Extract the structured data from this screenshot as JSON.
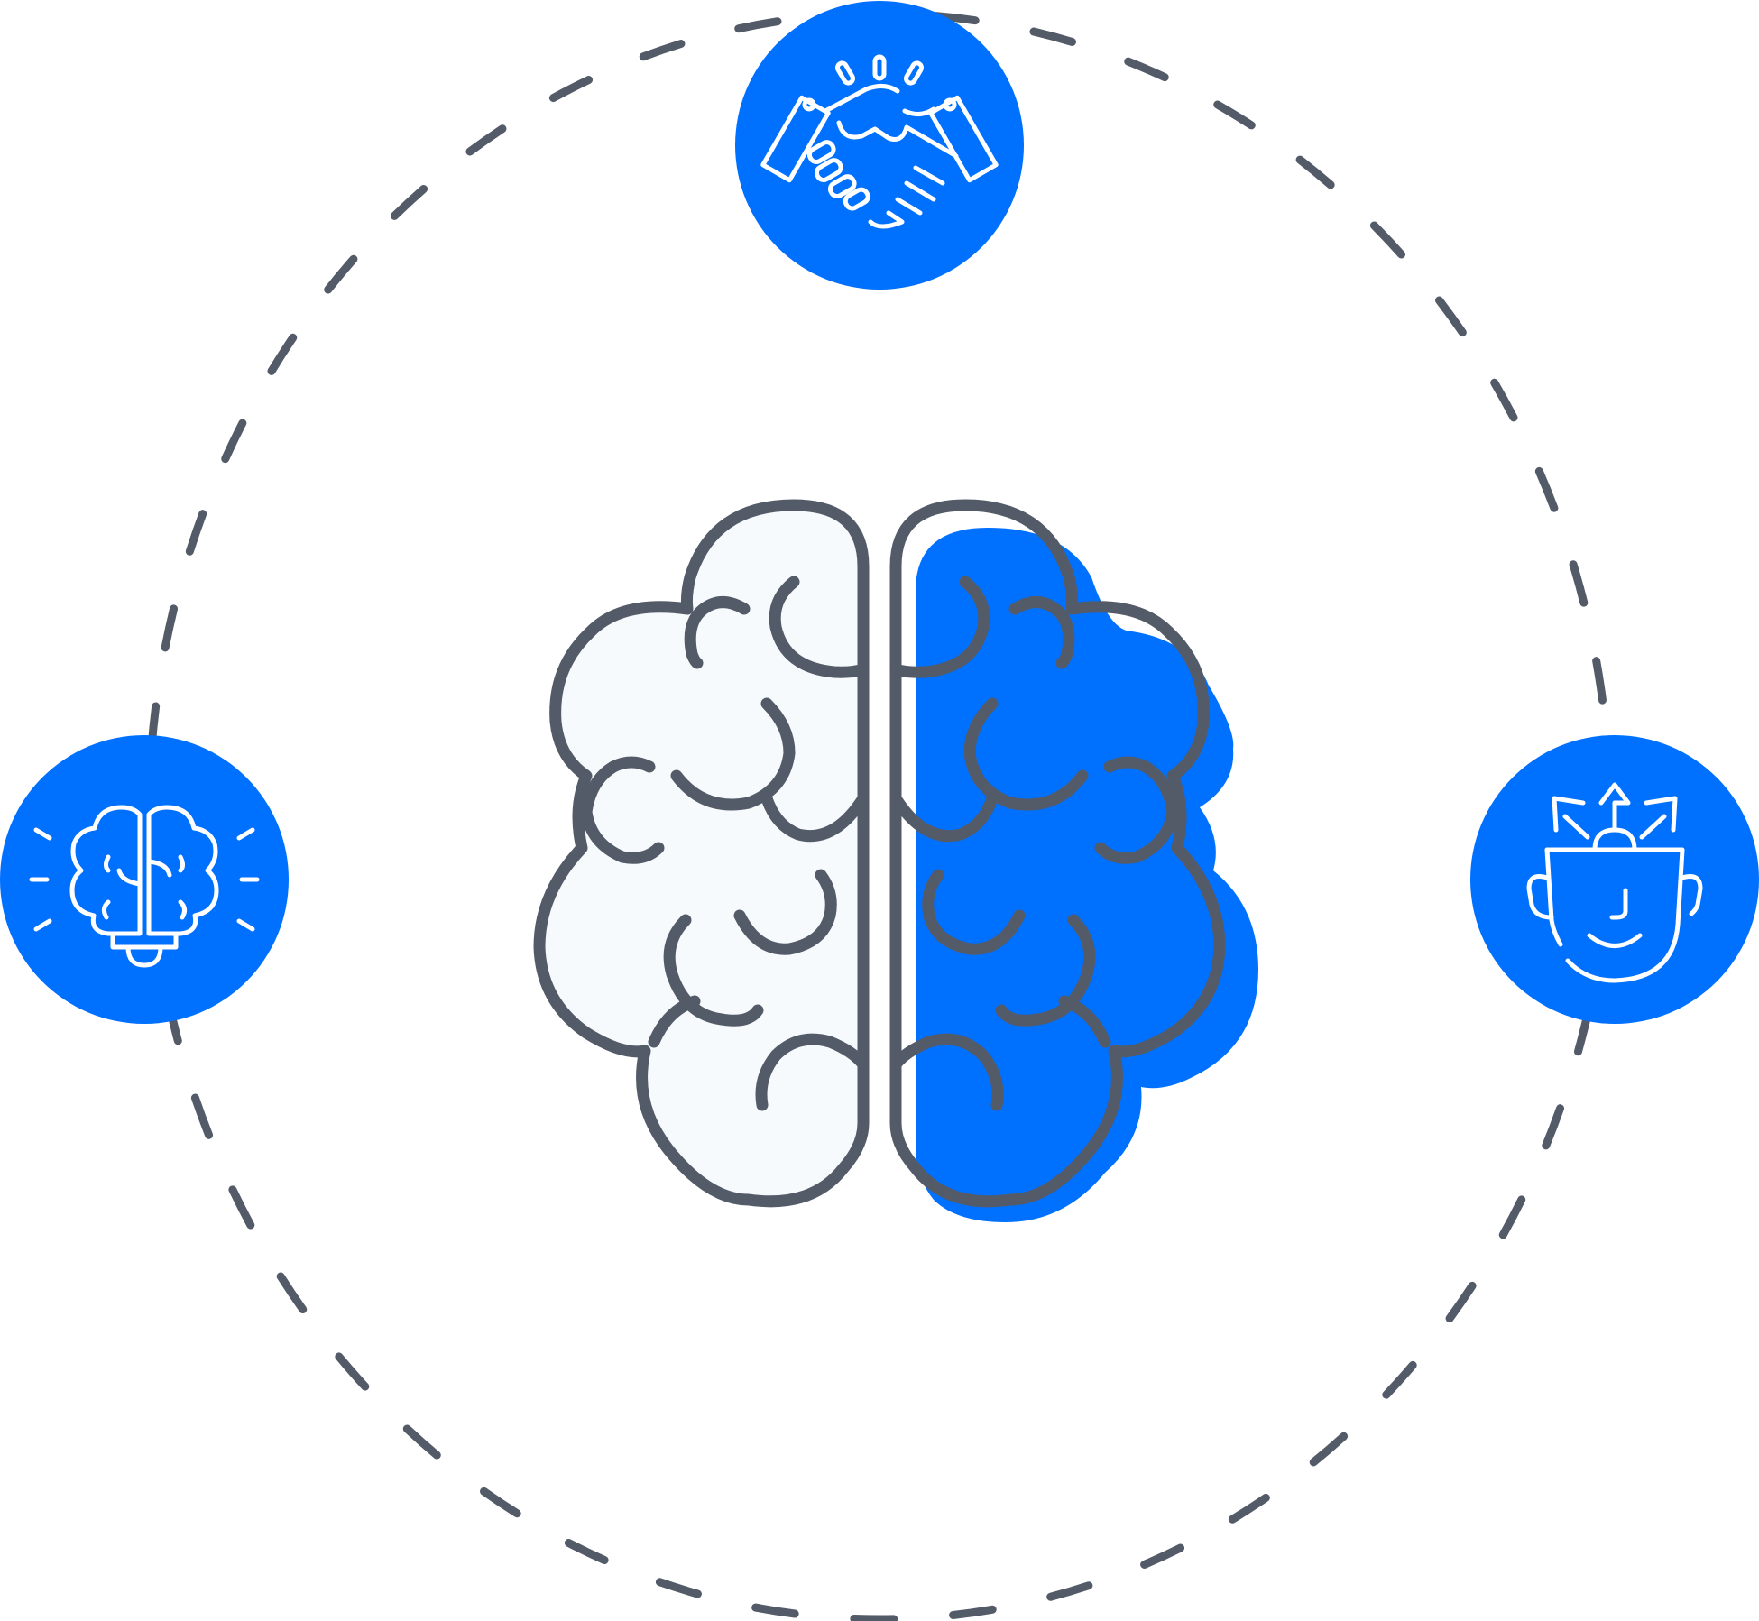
{
  "colors": {
    "accent": "#0070FF",
    "outline": "#545B68",
    "left_hemisphere_fill": "#F7FAFC",
    "icon_stroke": "#FFFFFF",
    "background": "#FFFFFF"
  },
  "diagram": {
    "orbit_style": "dashed-circle",
    "center": {
      "name": "brain",
      "icon": "brain-icon",
      "left_hemisphere": "white-outline",
      "right_hemisphere": "blue-filled"
    },
    "nodes": [
      {
        "name": "top-node",
        "icon": "handshake-icon",
        "position": "top"
      },
      {
        "name": "left-node",
        "icon": "lightbulb-brain-icon",
        "position": "left"
      },
      {
        "name": "right-node",
        "icon": "head-arrows-icon",
        "position": "right"
      }
    ]
  }
}
